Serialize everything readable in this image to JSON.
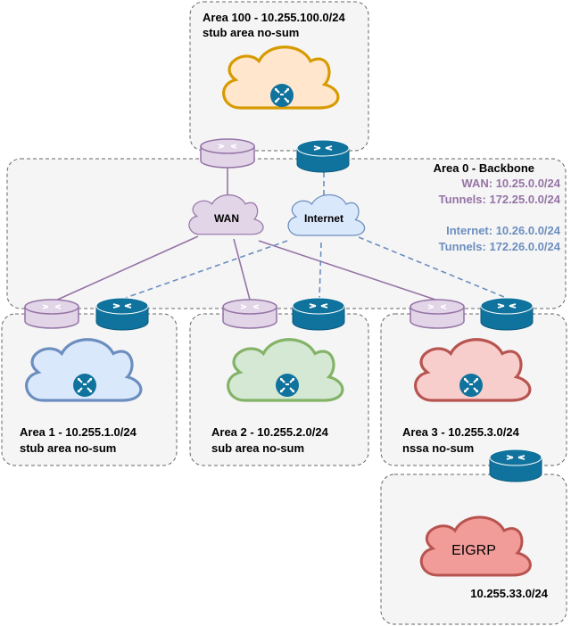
{
  "areas": {
    "area100": {
      "title": "Area 100 - 10.255.100.0/24",
      "subtitle": "stub area no-sum"
    },
    "area0": {
      "title": "Area 0 - Backbone",
      "wan_label": "WAN:",
      "wan_prefix": "10.25.0.0/24",
      "wan_tunnels": "Tunnels: 172.25.0.0/24",
      "internet_label": "Internet:",
      "internet_prefix": "10.26.0.0/24",
      "internet_tunnels": "Tunnels: 172.26.0.0/24"
    },
    "area1": {
      "title": "Area 1 - 10.255.1.0/24",
      "subtitle": "stub area no-sum"
    },
    "area2": {
      "title": "Area 2 - 10.255.2.0/24",
      "subtitle": "sub area no-sum"
    },
    "area3": {
      "title": "Area 3 - 10.255.3.0/24",
      "subtitle": "nssa no-sum"
    },
    "eigrp": {
      "title": "EIGRP",
      "prefix": "10.255.33.0/24"
    }
  },
  "clouds": {
    "wan": "WAN",
    "internet": "Internet"
  },
  "colors": {
    "wan": "#9673a6",
    "wan_fill": "#e1d5e7",
    "internet": "#6c8ebf",
    "internet_fill": "#dae8fc",
    "router": "#10739e",
    "area_border": "#666666",
    "area_fill": "#f5f5f5",
    "area100_cloud": "#d79b00",
    "area100_cloud_fill": "#ffe6cc",
    "area1_cloud": "#6c8ebf",
    "area1_cloud_fill": "#dae8fc",
    "area2_cloud": "#82b366",
    "area2_cloud_fill": "#d5e8d4",
    "area3_cloud": "#b85450",
    "area3_cloud_fill": "#f8cecc",
    "eigrp_cloud": "#b85450",
    "eigrp_cloud_fill": "#f19c99"
  }
}
